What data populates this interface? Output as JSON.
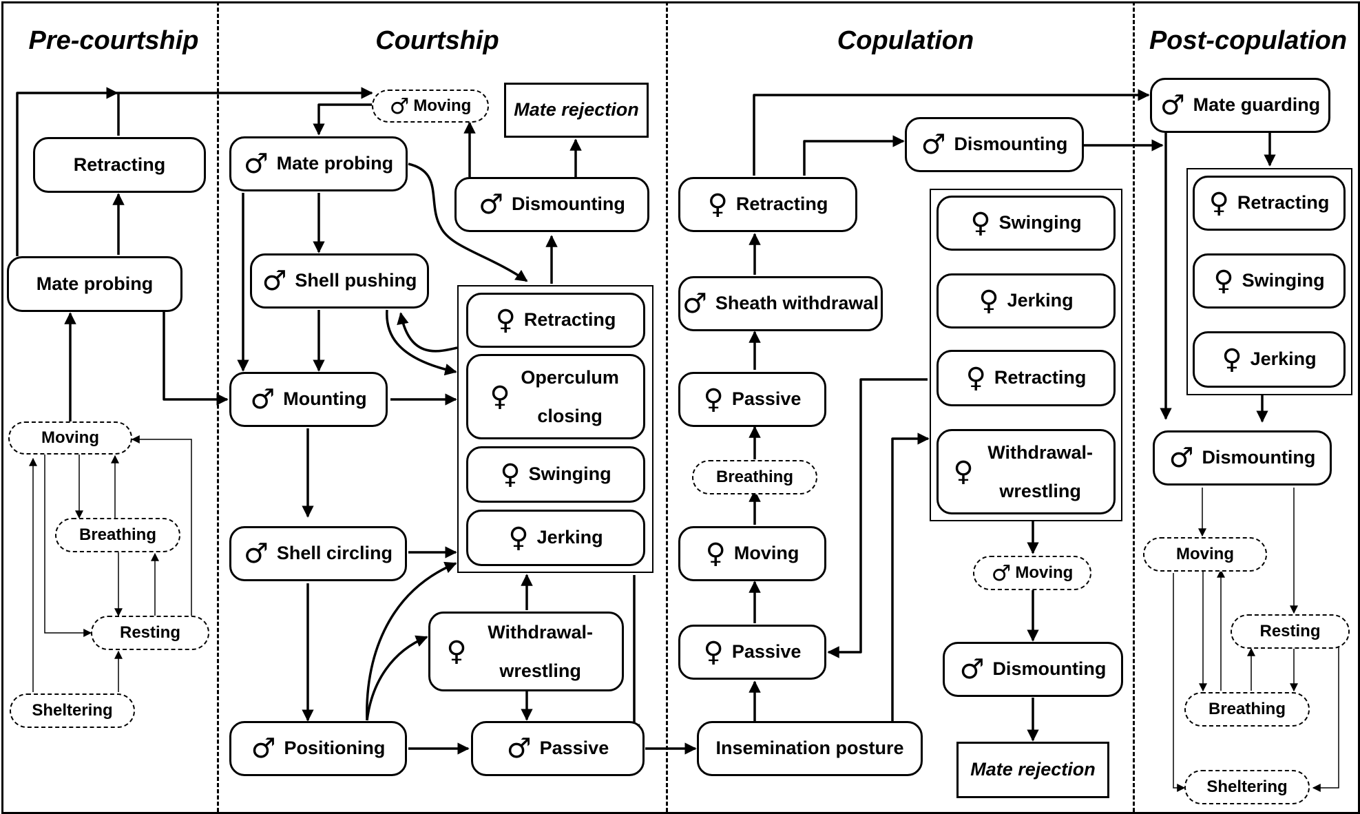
{
  "phases": [
    "Pre-courtship",
    "Courtship",
    "Copulation",
    "Post-copulation"
  ],
  "symbols": {
    "male": "♂",
    "female": "♀"
  },
  "nodes": {
    "pre_retracting": "Retracting",
    "pre_mate_probing": "Mate probing",
    "pre_moving": "Moving",
    "pre_breathing": "Breathing",
    "pre_resting": "Resting",
    "pre_sheltering": "Sheltering",
    "c_moving": "Moving",
    "c_mate_rejection": "Mate rejection",
    "c_mate_probing": "Mate probing",
    "c_dismounting": "Dismounting",
    "c_shell_pushing": "Shell pushing",
    "c_mounting": "Mounting",
    "c_shell_circling": "Shell circling",
    "c_positioning": "Positioning",
    "c_f_retracting": "Retracting",
    "c_f_operculum": "Operculum closing",
    "c_f_swinging": "Swinging",
    "c_f_jerking": "Jerking",
    "c_f_withdrawal": "Withdrawal-wrestling",
    "c_passive": "Passive",
    "cp_retracting": "Retracting",
    "cp_sheath": "Sheath withdrawal",
    "cp_passive1": "Passive",
    "cp_breathing": "Breathing",
    "cp_moving": "Moving",
    "cp_passive2": "Passive",
    "cp_insemination": "Insemination posture",
    "cp_dismounting": "Dismounting",
    "cp_f_swinging": "Swinging",
    "cp_f_jerking": "Jerking",
    "cp_f_retracting": "Retracting",
    "cp_f_withdrawal": "Withdrawal-wrestling",
    "cp_m_moving": "Moving",
    "cp_m_dismounting": "Dismounting",
    "cp_mate_rejection": "Mate rejection",
    "pc_mate_guarding": "Mate guarding",
    "pc_f_retracting": "Retracting",
    "pc_f_swinging": "Swinging",
    "pc_f_jerking": "Jerking",
    "pc_dismounting": "Dismounting",
    "pc_moving": "Moving",
    "pc_resting": "Resting",
    "pc_breathing": "Breathing",
    "pc_sheltering": "Sheltering"
  }
}
